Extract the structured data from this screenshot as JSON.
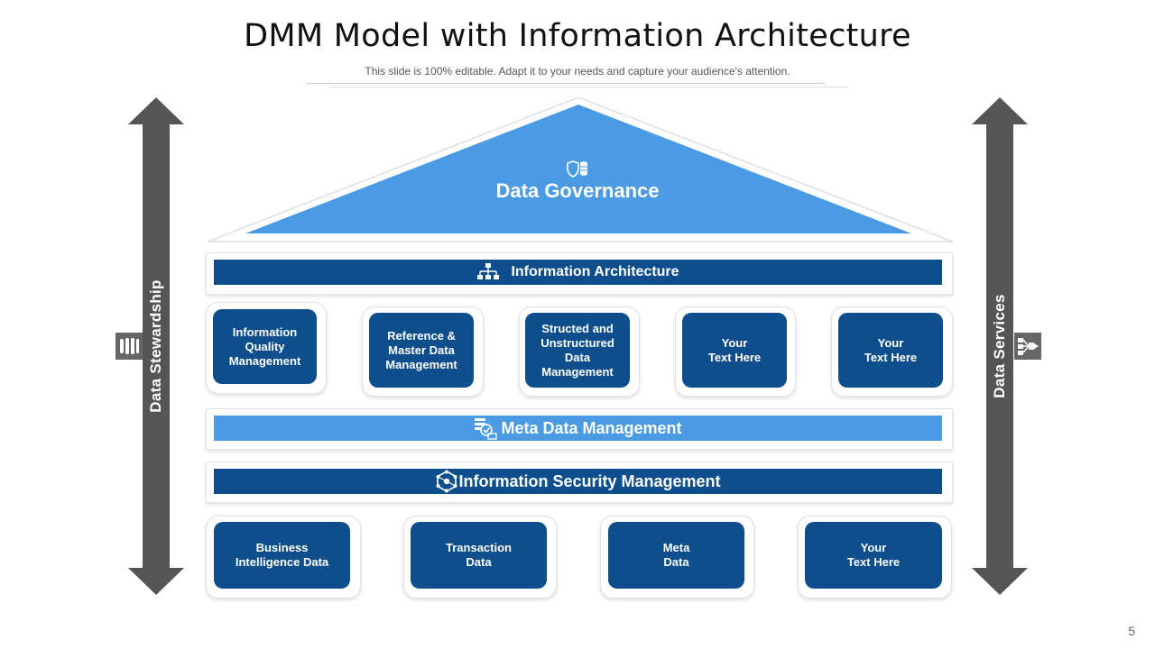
{
  "title": "DMM Model with Information Architecture",
  "subtitle": "This slide is 100% editable. Adapt it to your needs and capture your audience's attention.",
  "left_arrow": {
    "label": "Data Stewardship",
    "icon": "storage-disks-icon"
  },
  "right_arrow": {
    "label": "Data Services",
    "icon": "network-nodes-icon"
  },
  "roof": {
    "label": "Data Governance",
    "icon": "data-shield-icon"
  },
  "info_architecture": {
    "label": "Information Architecture",
    "icon": "org-chart-icon"
  },
  "middle_cards": [
    {
      "label": "Information\nQuality\nManagement"
    },
    {
      "label": "Reference &\nMaster Data\nManagement"
    },
    {
      "label": "Structed and\nUnstructured\nData\nManagement"
    },
    {
      "label": "Your\nText Here"
    },
    {
      "label": "Your\nText Here"
    }
  ],
  "meta_data_mgmt": {
    "label": "Meta Data Management",
    "icon": "database-check-icon"
  },
  "security_mgmt": {
    "label": "Information Security Management",
    "icon": "network-hexagon-icon"
  },
  "bottom_cards": [
    {
      "label": "Business\nIntelligence Data"
    },
    {
      "label": "Transaction\nData"
    },
    {
      "label": "Meta\nData"
    },
    {
      "label": "Your\nText Here"
    }
  ],
  "page_number": "5",
  "colors": {
    "dark_blue": "#0f4e8c",
    "light_blue": "#4a9ae4",
    "arrow_gray": "#555555"
  }
}
